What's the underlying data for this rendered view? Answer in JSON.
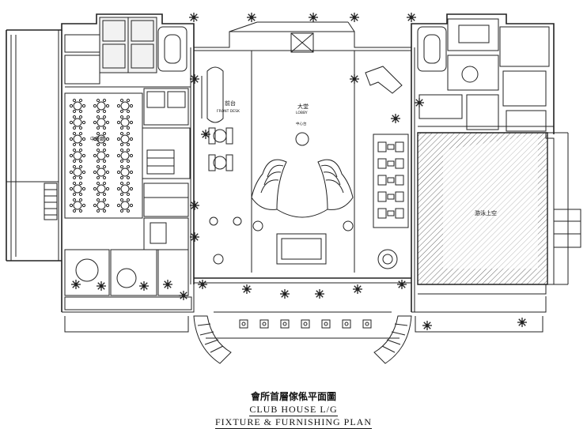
{
  "plan": {
    "labels": {
      "front_desk_cn": "前台",
      "front_desk_en": "FRONT DESK",
      "lobby_cn": "大堂",
      "lobby_en": "LOBBY",
      "center_cn": "中心台",
      "dining_cn": "中餐廳",
      "void_cn": "游泳上空"
    }
  },
  "caption": {
    "title_cn": "會所首層傢俬平面圖",
    "title_en_1": "CLUB HOUSE L/G",
    "title_en_2": "FIXTURE & FURNISHING PLAN"
  }
}
